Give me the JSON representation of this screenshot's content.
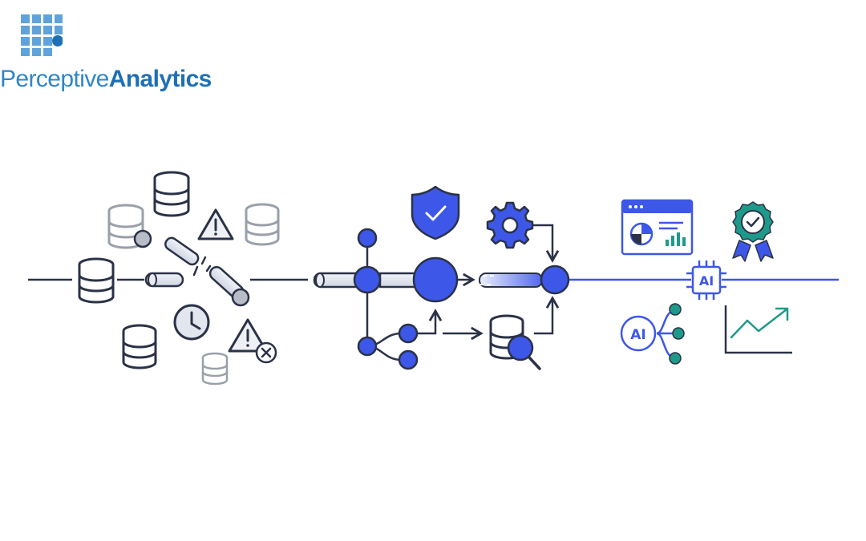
{
  "logo": {
    "word1": "Perceptive",
    "word2": "Analytics",
    "icon": "grid-logo-icon"
  },
  "diagram": {
    "chip_label": "AI",
    "ai_node_label": "AI",
    "icons": [
      "database-icon",
      "broken-pipe-icon",
      "warning-icon",
      "clock-icon",
      "error-icon",
      "pipeline-icon",
      "shield-check-icon",
      "gear-icon",
      "branch-icon",
      "database-search-icon",
      "dashboard-icon",
      "award-badge-icon",
      "ai-chip-icon",
      "ai-network-icon",
      "trend-chart-icon"
    ]
  },
  "colors": {
    "dark": "#2b3247",
    "gray": "#9aa0aa",
    "blue": "#3d57e8",
    "teal": "#1e9a8a",
    "logo_blue": "#2f86c9"
  }
}
